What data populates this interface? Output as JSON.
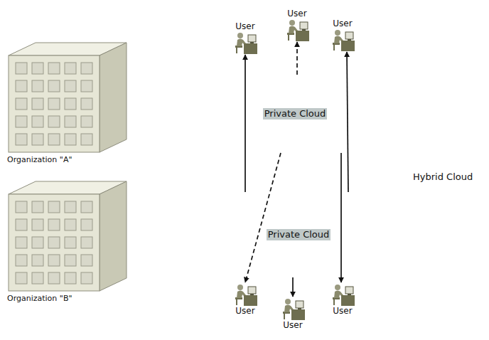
{
  "diagram": {
    "nodes": [
      {
        "text": [
          "Organization \"A\""
        ]
      },
      {
        "text": [
          "Hybrid Cloud"
        ]
      },
      {
        "text": [
          "User"
        ]
      },
      {
        "text": [
          "User"
        ]
      },
      {
        "text": [
          "User"
        ]
      },
      {
        "text": [
          "Private Cloud"
        ],
        "in": 1
      },
      {
        "text": [
          "Organization \"B\""
        ]
      },
      {
        "text": [
          "Private Cloud"
        ],
        "in": 1
      },
      {
        "text": [
          "User"
        ]
      },
      {
        "text": [
          "User"
        ]
      },
      {
        "text": [
          "User"
        ]
      }
    ],
    "edges": [
      {
        "from": 7,
        "to": 2,
        "arrow": "to"
      },
      {
        "from": 5,
        "to": 3,
        "arrow": "to"
      },
      {
        "from": 7,
        "to": 4,
        "arrow": "to"
      },
      {
        "from": 5,
        "to": 8,
        "arrow": "to"
      },
      {
        "from": 7,
        "to": 9,
        "arrow": "to"
      },
      {
        "from": 5,
        "to": 10,
        "arrow": "to"
      }
    ]
  }
}
